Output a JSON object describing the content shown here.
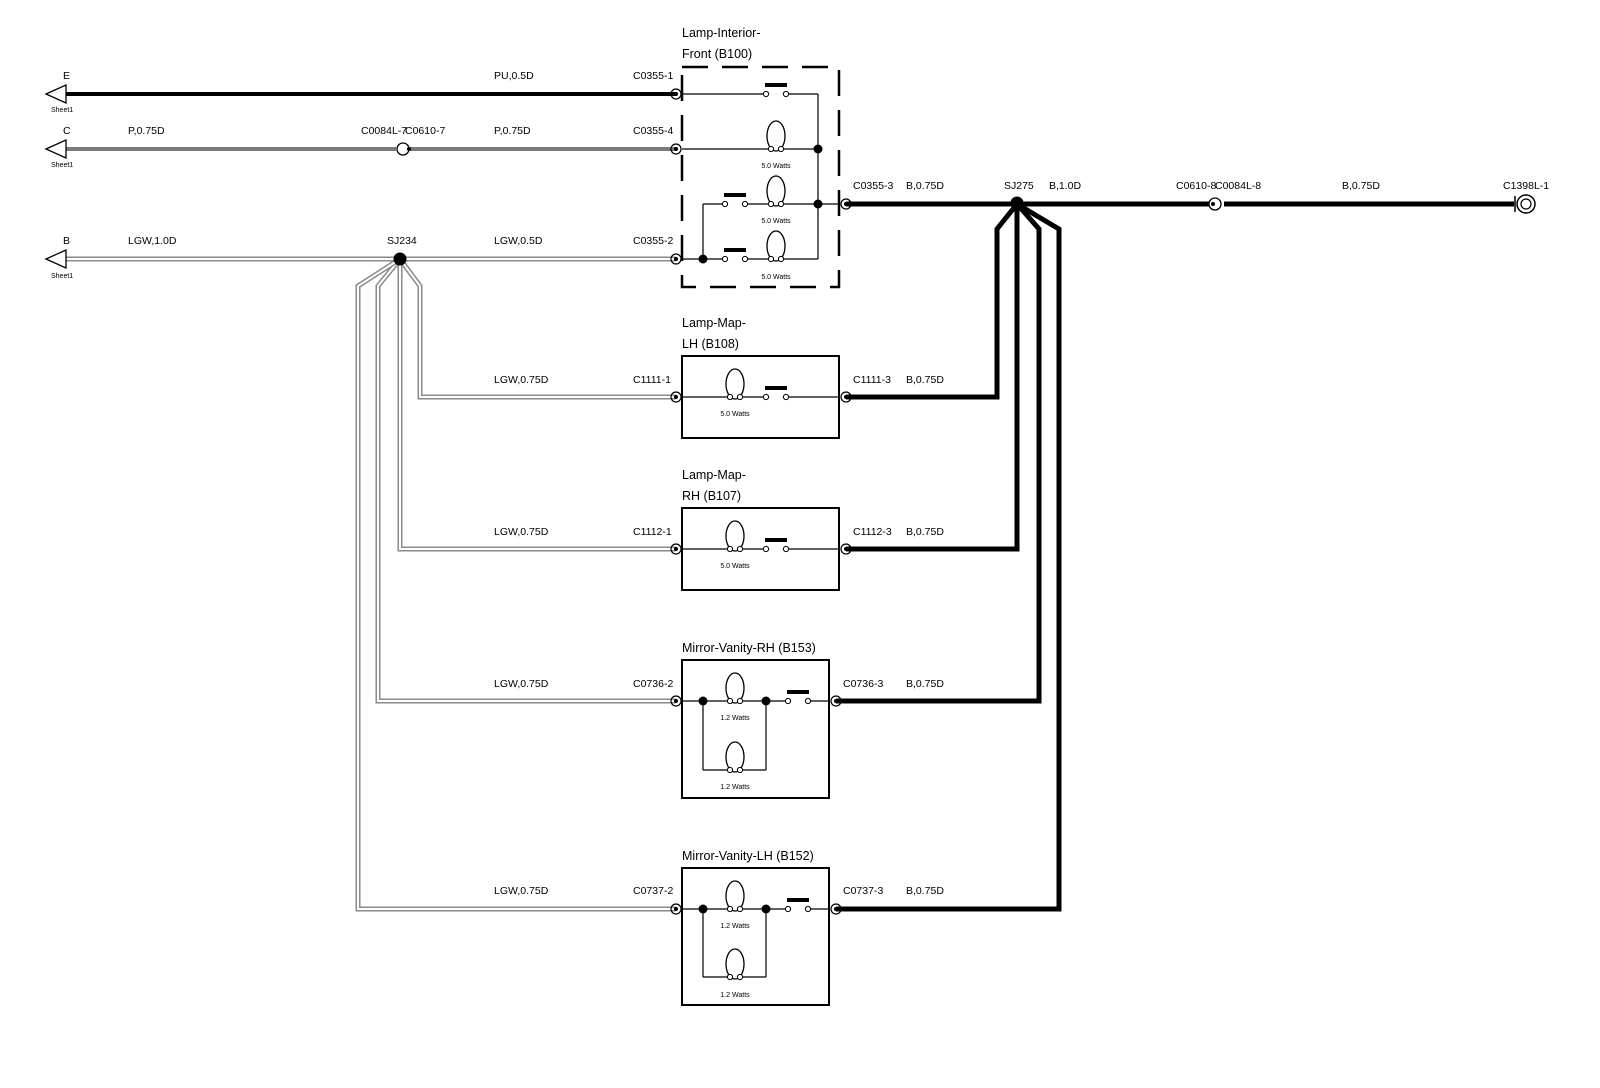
{
  "sheet_refs": [
    {
      "letter": "E",
      "label": "Sheet1"
    },
    {
      "letter": "C",
      "label": "Sheet1"
    },
    {
      "letter": "B",
      "label": "Sheet1"
    }
  ],
  "wires": {
    "pu_05d": "PU,0.5D",
    "p_075d_left": "P,0.75D",
    "p_075d_right": "P,0.75D",
    "lgw_10d": "LGW,1.0D",
    "lgw_05d": "LGW,0.5D",
    "lgw_075d_b108": "LGW,0.75D",
    "lgw_075d_b107": "LGW,0.75D",
    "lgw_075d_b153": "LGW,0.75D",
    "lgw_075d_b152": "LGW,0.75D",
    "b_075d_b100": "B,0.75D",
    "b_10d": "B,1.0D",
    "b_075d_c1398": "B,0.75D",
    "b_075d_b108": "B,0.75D",
    "b_075d_b107": "B,0.75D",
    "b_075d_b153": "B,0.75D",
    "b_075d_b152": "B,0.75D"
  },
  "connectors": {
    "c0355_1": "C0355-1",
    "c0355_4": "C0355-4",
    "c0355_2": "C0355-2",
    "c0355_3": "C0355-3",
    "c0084l_7": "C0084L-7",
    "c0610_7": "C0610-7",
    "c0610_8": "C0610-8",
    "c0084l_8": "C0084L-8",
    "c1398l_1": "C1398L-1",
    "c1111_1": "C1111-1",
    "c1111_3": "C1111-3",
    "c1112_1": "C1112-1",
    "c1112_3": "C1112-3",
    "c0736_2": "C0736-2",
    "c0736_3": "C0736-3",
    "c0737_2": "C0737-2",
    "c0737_3": "C0737-3"
  },
  "splices": {
    "sj234": "SJ234",
    "sj275": "SJ275"
  },
  "components": {
    "b100": {
      "title_1": "Lamp-Interior-",
      "title_2": "Front (B100)",
      "bulbs": [
        "5.0 Watts",
        "5.0 Watts",
        "5.0 Watts"
      ]
    },
    "b108": {
      "title_1": "Lamp-Map-",
      "title_2": "LH (B108)",
      "bulbs": [
        "5.0 Watts"
      ]
    },
    "b107": {
      "title_1": "Lamp-Map-",
      "title_2": "RH (B107)",
      "bulbs": [
        "5.0 Watts"
      ]
    },
    "b153": {
      "title_1": "Mirror-Vanity-RH (B153)",
      "bulbs": [
        "1.2 Watts",
        "1.2 Watts"
      ]
    },
    "b152": {
      "title_1": "Mirror-Vanity-LH (B152)",
      "bulbs": [
        "1.2 Watts",
        "1.2 Watts"
      ]
    }
  },
  "colors": {
    "wire_dark": "#000000",
    "wire_grey": "#7a7a7a",
    "wire_light": "#9a9a9a"
  }
}
